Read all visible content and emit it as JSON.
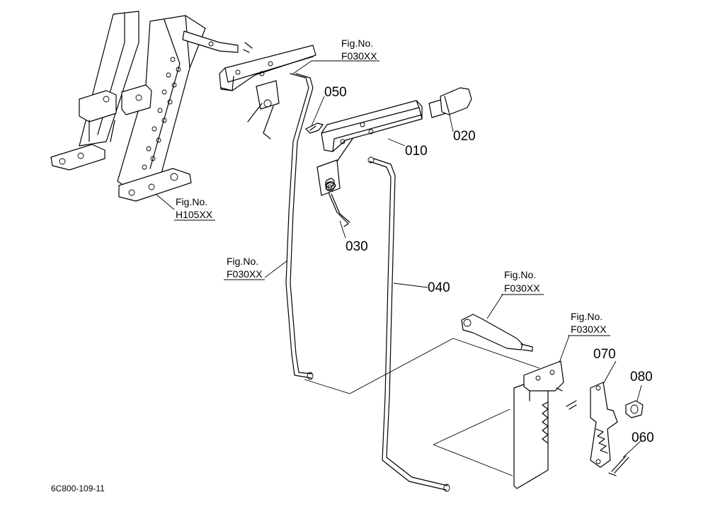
{
  "parts": {
    "p010": "010",
    "p020": "020",
    "p030": "030",
    "p040": "040",
    "p050": "050",
    "p060": "060",
    "p070": "070",
    "p080": "080"
  },
  "fig_refs": {
    "fig_label": "Fig.No.",
    "top_code": "F030XX",
    "left_code": "H105XX",
    "mid_code": "F030XX",
    "right1_code": "F030XX",
    "right2_code": "F030XX"
  },
  "drawing_code": "6C800-109-11"
}
